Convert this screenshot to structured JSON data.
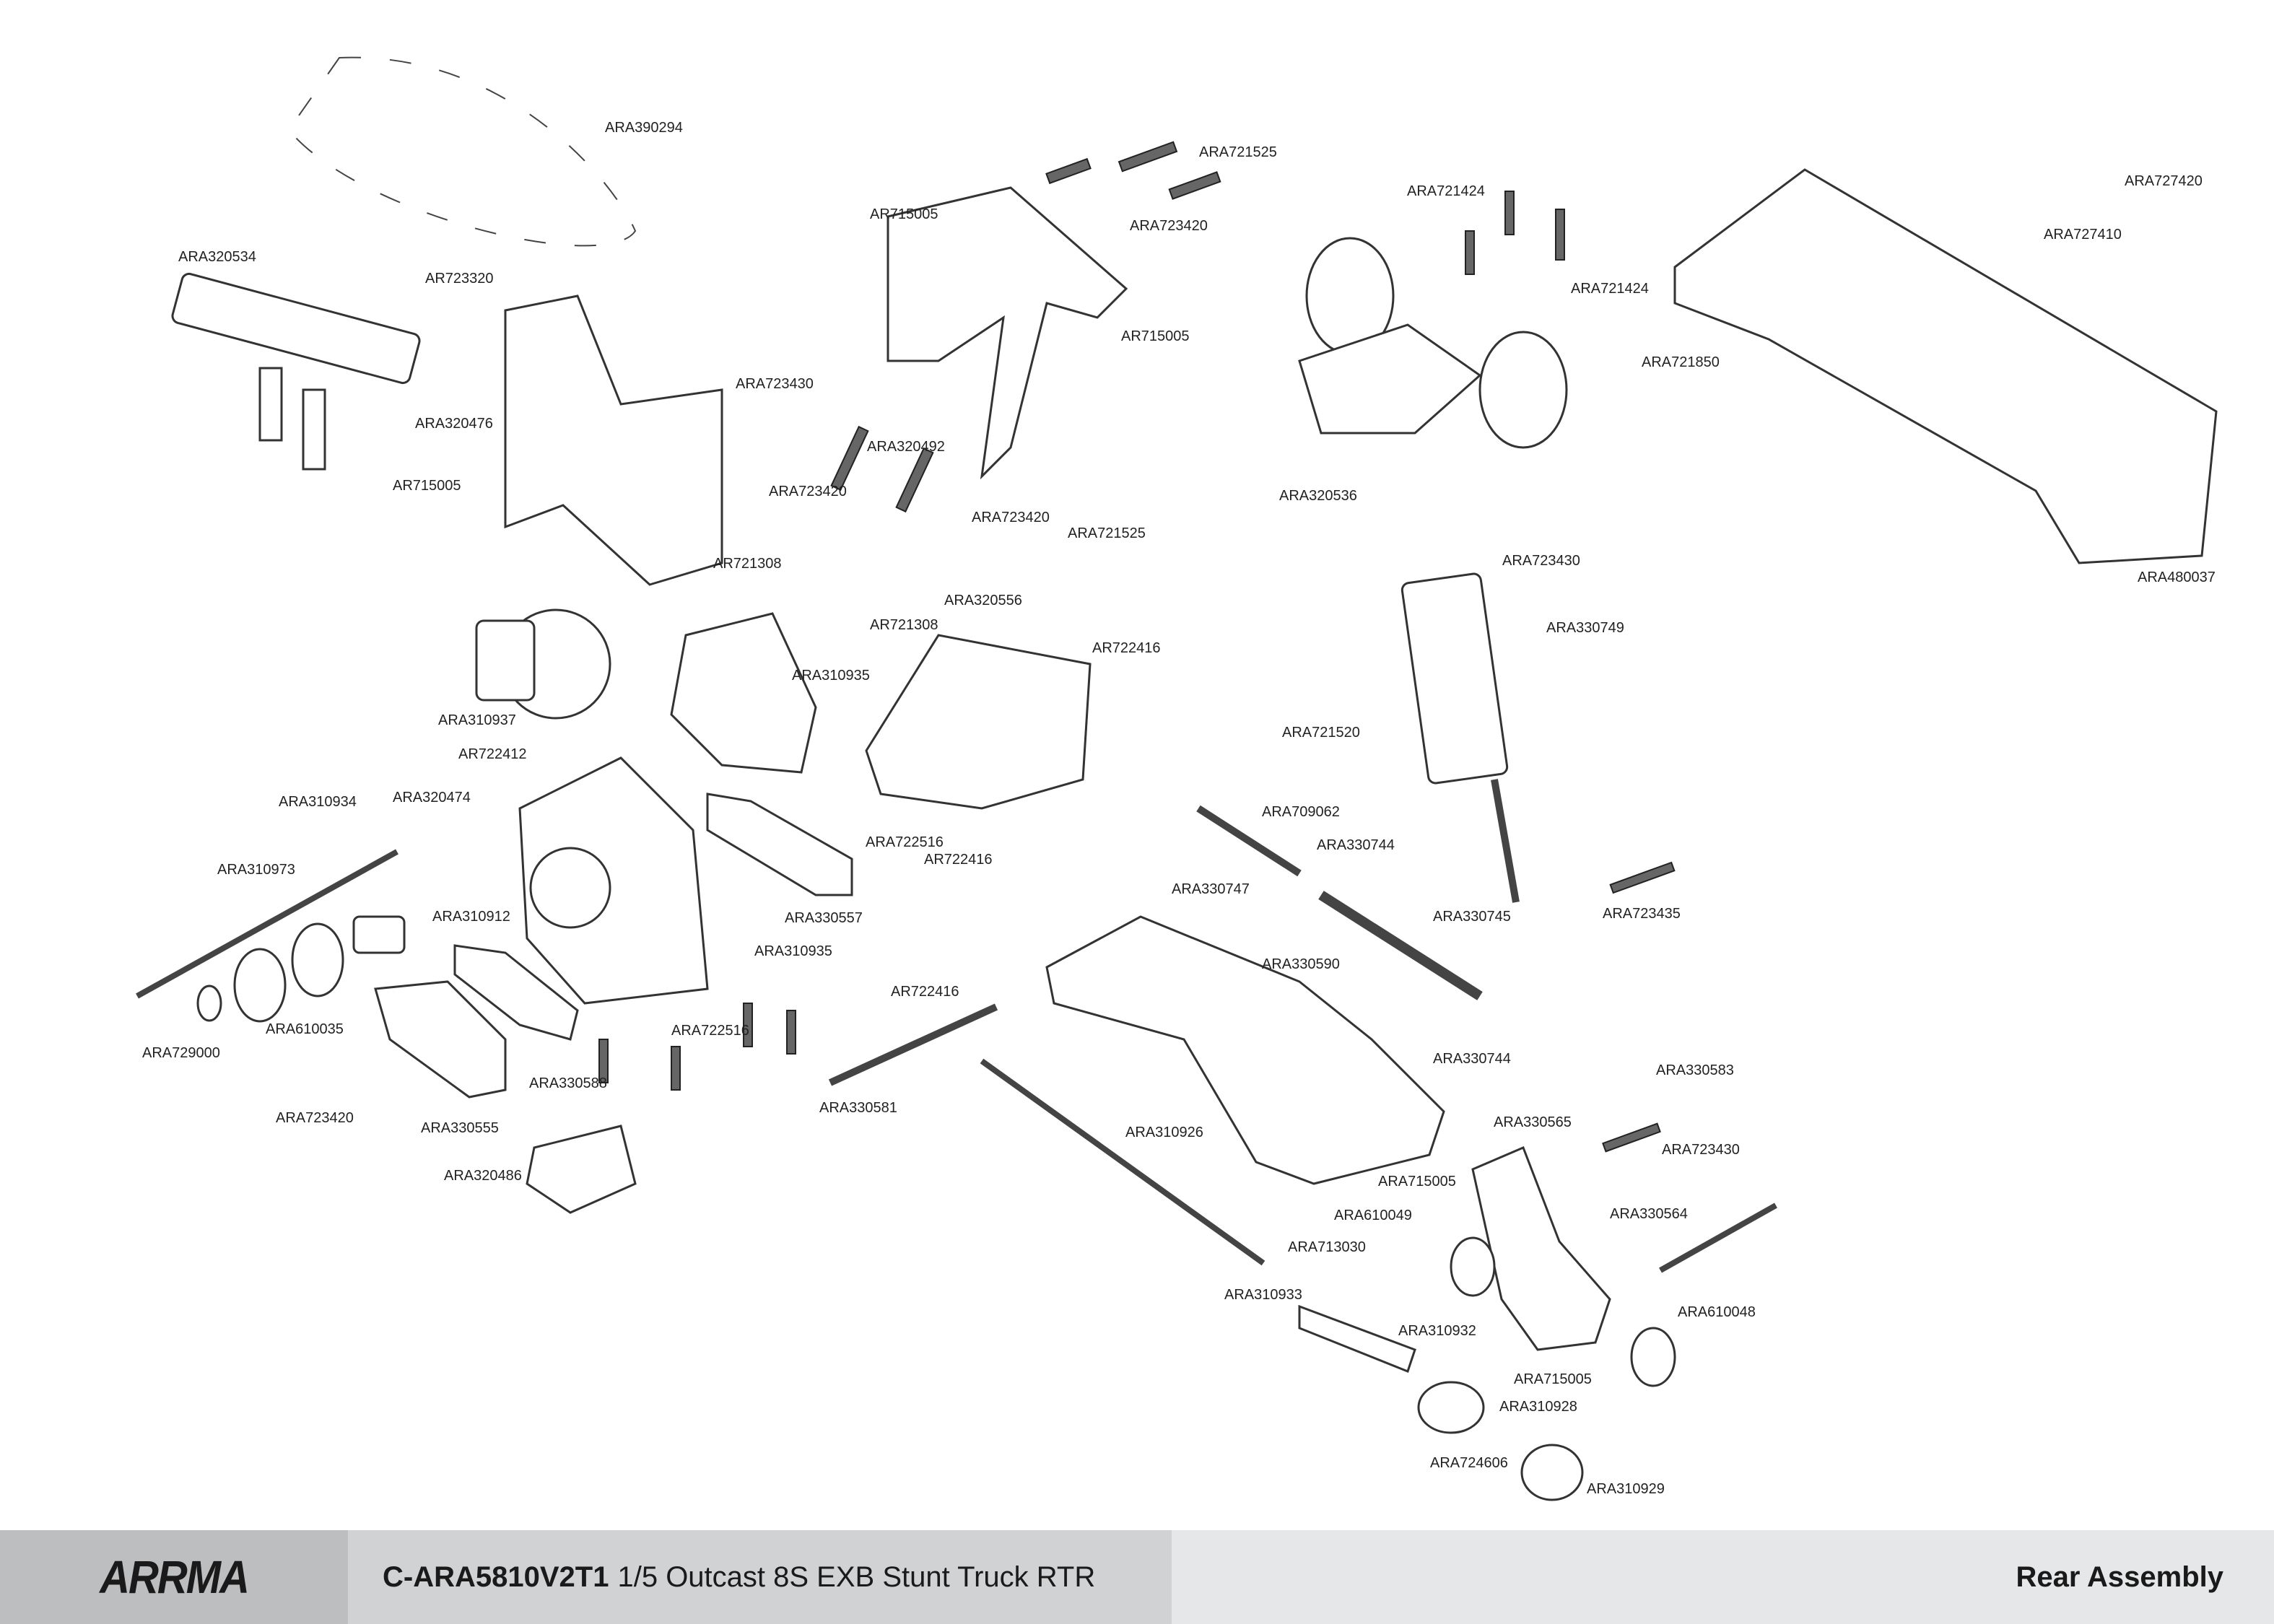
{
  "diagram": {
    "labels": [
      "ARA390294",
      "ARA320534",
      "AR723320",
      "ARA320476",
      "AR715005",
      "ARA310937",
      "AR715005",
      "ARA721525",
      "ARA723420",
      "AR715005",
      "ARA723430",
      "ARA320492",
      "ARA723420",
      "ARA723420",
      "AR721308",
      "AR721308",
      "ARA721525",
      "ARA320556",
      "AR722416",
      "ARA310935",
      "AR722412",
      "ARA310934",
      "ARA320474",
      "ARA310973",
      "ARA310912",
      "ARA722516",
      "AR722416",
      "ARA330557",
      "ARA310935",
      "AR722416",
      "ARA610035",
      "ARA729000",
      "ARA722516",
      "ARA330588",
      "ARA723420",
      "ARA330555",
      "ARA330581",
      "ARA320486",
      "ARA721424",
      "ARA721424",
      "ARA721850",
      "ARA320536",
      "ARA727420",
      "ARA727410",
      "ARA480037",
      "ARA723430",
      "ARA330749",
      "ARA721520",
      "ARA709062",
      "ARA330744",
      "ARA330747",
      "ARA723435",
      "ARA330745",
      "ARA330590",
      "ARA330744",
      "ARA330583",
      "ARA330565",
      "ARA310926",
      "ARA723430",
      "ARA715005",
      "ARA610049",
      "ARA330564",
      "ARA713030",
      "ARA310933",
      "ARA610048",
      "ARA310932",
      "ARA715005",
      "ARA310928",
      "ARA724606",
      "ARA310929"
    ]
  },
  "footer": {
    "logo": "ARRMA",
    "part_code": "C-ARA5810V2T1",
    "product_name": "1/5 Outcast 8S EXB Stunt Truck RTR",
    "section": "Rear Assembly"
  }
}
